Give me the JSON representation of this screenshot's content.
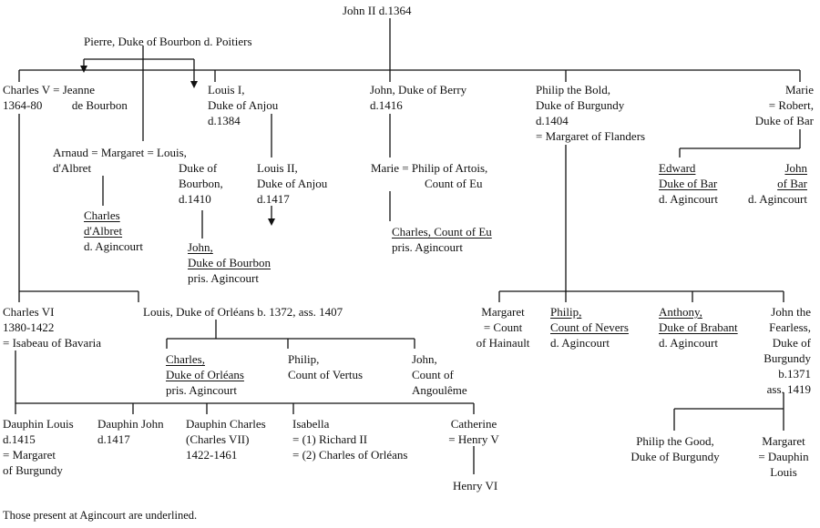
{
  "tree": {
    "john2": "John II d.1364",
    "pierre": "Pierre, Duke of Bourbon d. Poitiers",
    "charles5": [
      "Charles V = Jeanne",
      "1364-80          de Bourbon"
    ],
    "louis1": [
      "Louis I,",
      "Duke of Anjou",
      "d.1384"
    ],
    "berry": [
      "John, Duke of Berry",
      "d.1416"
    ],
    "philip_bold": [
      "Philip the Bold,",
      "Duke of Burgundy",
      "d.1404",
      "= Margaret of Flanders"
    ],
    "marie_bar": [
      "Marie",
      "= Robert,",
      "Duke of Bar"
    ],
    "arnaud": [
      "Arnaud = Margaret = Louis,",
      "d'Albret"
    ],
    "louis_bourbon": [
      "Duke of",
      "Bourbon,",
      "d.1410"
    ],
    "louis2": [
      "Louis II,",
      "Duke of Anjou",
      "d.1417"
    ],
    "marie_artois": [
      "Marie = Philip of Artois,",
      "Count of Eu"
    ],
    "edward_bar": [
      "Edward",
      "Duke of Bar",
      "d. Agincourt"
    ],
    "john_bar": [
      "John",
      "of Bar",
      "d. Agincourt"
    ],
    "charles_albret": [
      "Charles",
      "d'Albret",
      "d. Agincourt"
    ],
    "john_bourbon": [
      "John,",
      "Duke of Bourbon",
      "pris. Agincourt"
    ],
    "charles_eu": [
      "Charles, Count of Eu",
      "pris. Agincourt"
    ],
    "charles6": [
      "Charles VI",
      "1380-1422",
      "= Isabeau of Bavaria"
    ],
    "louis_orleans": "Louis, Duke of Orléans b. 1372, ass. 1407",
    "margaret_hainault": [
      "Margaret",
      "= Count",
      "of Hainault"
    ],
    "philip_nevers": [
      "Philip,",
      "Count of Nevers",
      "d. Agincourt"
    ],
    "anthony_brabant": [
      "Anthony,",
      "Duke of Brabant",
      "d. Agincourt"
    ],
    "john_fearless": [
      "John the",
      "Fearless,",
      "Duke of",
      "Burgundy",
      "b.1371",
      "ass. 1419"
    ],
    "charles_orleans": [
      "Charles,",
      "Duke of Orléans",
      "pris. Agincourt"
    ],
    "philip_vertus": [
      "Philip,",
      "Count of Vertus"
    ],
    "john_angouleme": [
      "John,",
      "Count of",
      "Angoulême"
    ],
    "dauphin_louis": [
      "Dauphin Louis",
      "d.1415",
      "= Margaret",
      "of Burgundy"
    ],
    "dauphin_john": [
      "Dauphin John",
      "d.1417"
    ],
    "dauphin_charles": [
      "Dauphin Charles",
      "(Charles VII)",
      "1422-1461"
    ],
    "isabella": [
      "Isabella",
      "= (1) Richard II",
      "= (2) Charles of Orléans"
    ],
    "catherine": [
      "Catherine",
      "= Henry V"
    ],
    "henry6": "Henry VI",
    "philip_good": [
      "Philip the Good,",
      "Duke of Burgundy"
    ],
    "margaret_dauphin": [
      "Margaret",
      "= Dauphin",
      "Louis"
    ]
  },
  "footnote": "Those present at Agincourt are underlined."
}
